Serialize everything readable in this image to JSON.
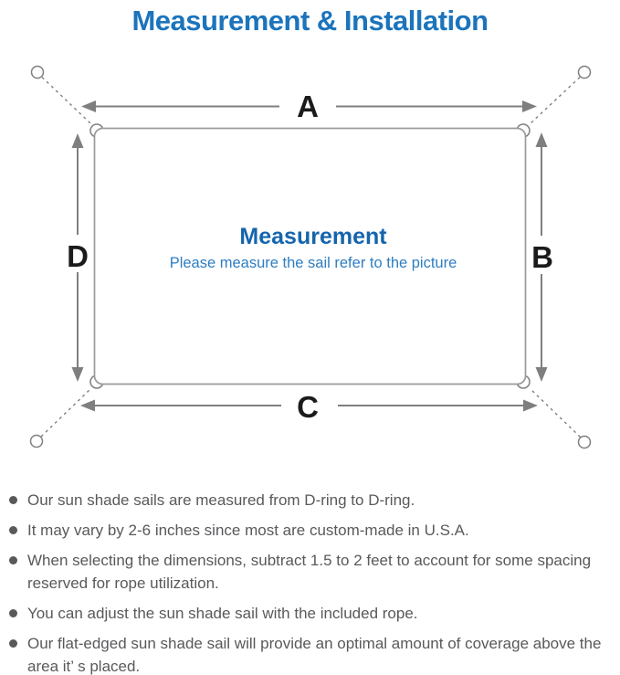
{
  "header": {
    "title": "Measurement & Installation"
  },
  "diagram": {
    "labels": {
      "top": "A",
      "right": "B",
      "bottom": "C",
      "left": "D"
    },
    "center": {
      "heading": "Measurement",
      "subheading": "Please measure the sail refer to the picture"
    }
  },
  "notes": {
    "items": [
      "Our sun shade sails are measured from D-ring to D-ring.",
      "It may vary by 2-6 inches since most are custom-made in U.S.A.",
      "When selecting the dimensions, subtract 1.5 to 2 feet to account for some spacing reserved for rope utilization.",
      "You can adjust the sun shade sail with the included rope.",
      "Our flat-edged sun shade sail will provide an optimal amount of coverage above the area it’ s placed."
    ]
  },
  "colors": {
    "title_blue": "#1b74bc",
    "heading_blue": "#1565ad",
    "subheading_blue": "#2e7ec1",
    "label_black": "#1b1b1b",
    "line_gray": "#7f7f7f",
    "border_gray": "#9a9a9a",
    "text_gray": "#58595b",
    "background": "#ffffff"
  }
}
